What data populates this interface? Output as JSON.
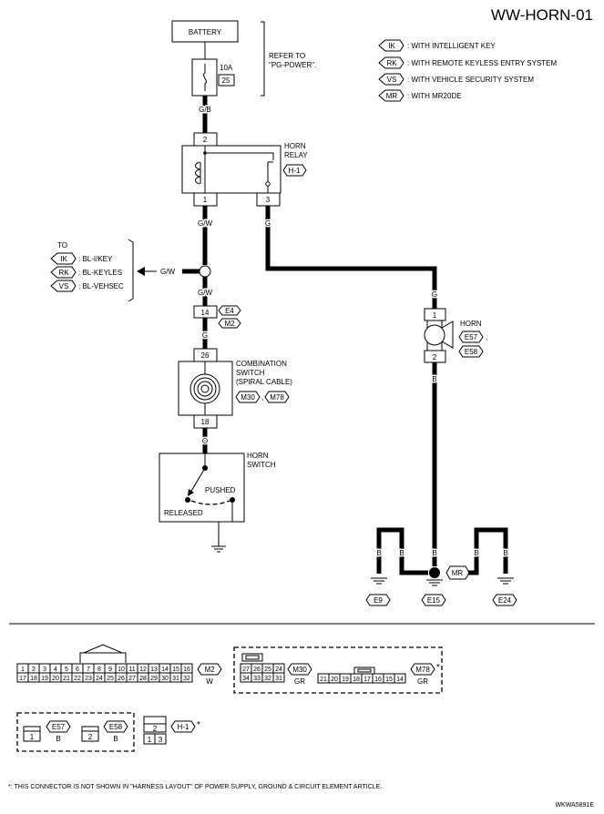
{
  "title": "WW-HORN-01",
  "footer_code": "WKWA5891E",
  "footnote": "*: THIS CONNECTOR IS NOT SHOWN IN \"HARNESS LAYOUT\" OF POWER SUPPLY, GROUND & CIRCUIT ELEMENT ARTICLE.",
  "legend": [
    {
      "tag": "IK",
      "text": ": WITH INTELLIGENT KEY"
    },
    {
      "tag": "RK",
      "text": ": WITH REMOTE KEYLESS ENTRY SYSTEM"
    },
    {
      "tag": "VS",
      "text": ": WITH VEHICLE SECURITY SYSTEM"
    },
    {
      "tag": "MR",
      "text": ": WITH MR20DE"
    }
  ],
  "battery": {
    "label": "BATTERY"
  },
  "refer": {
    "line1": "REFER TO",
    "line2": "\"PG-POWER\"."
  },
  "fuse": {
    "amp": "10A",
    "number": "25"
  },
  "wires": {
    "gb": "G/B",
    "gw_top": "G/W",
    "g_relay": "G",
    "gw_left": "G/W",
    "gw_below": "G/W",
    "g_mid": "G",
    "o": "O",
    "g_horn": "G",
    "b_horn": "B",
    "b1": "B",
    "b2": "B",
    "b3": "B",
    "b4": "B",
    "b5": "B"
  },
  "relay": {
    "name1": "HORN",
    "name2": "RELAY",
    "code": "H-1",
    "pin_top": "2",
    "pin_left": "1",
    "pin_right": "3"
  },
  "to_block": {
    "to": "TO",
    "items": [
      {
        "tag": "IK",
        "text": ": BL-I/KEY"
      },
      {
        "tag": "RK",
        "text": ": BL-KEYLES"
      },
      {
        "tag": "VS",
        "text": ": BL-VEHSEC"
      }
    ]
  },
  "joint": {
    "pin": "14",
    "code1": "E4",
    "code2": "M2"
  },
  "combination_switch": {
    "line1": "COMBINATION",
    "line2": "SWITCH",
    "line3": "(SPIRAL CABLE)",
    "code1": "M30",
    "sep": ",",
    "code2": "M78",
    "pin_top": "26",
    "pin_bottom": "18"
  },
  "horn_switch": {
    "line1": "HORN",
    "line2": "SWITCH",
    "pushed": "PUSHED",
    "released": "RELEASED"
  },
  "horn": {
    "name": "HORN",
    "code1": "E57",
    "sep": ",",
    "code2": "E58",
    "pin_top": "1",
    "pin_bottom": "2"
  },
  "grounds": {
    "g1": "E9",
    "g2": "E15",
    "g3": "E24",
    "mr": "MR"
  },
  "connectors": {
    "m2": {
      "top_row": [
        "1",
        "2",
        "3",
        "4",
        "5",
        "6",
        "7",
        "8",
        "9",
        "10",
        "11",
        "12",
        "13",
        "14",
        "15",
        "16"
      ],
      "bottom_row": [
        "17",
        "18",
        "19",
        "20",
        "21",
        "22",
        "23",
        "24",
        "25",
        "26",
        "27",
        "28",
        "29",
        "30",
        "31",
        "32"
      ],
      "code": "M2",
      "color": "W"
    },
    "m30": {
      "top_row": [
        "27",
        "26",
        "25",
        "24"
      ],
      "bottom_row": [
        "34",
        "33",
        "32",
        "31"
      ],
      "code": "M30",
      "color": "GR"
    },
    "m78": {
      "row": [
        "21",
        "20",
        "19",
        "18",
        "17",
        "16",
        "15",
        "14"
      ],
      "code": "M78",
      "color": "GR",
      "star": "*"
    },
    "e57": {
      "pin": "1",
      "code": "E57",
      "color": "B"
    },
    "e58": {
      "pin": "2",
      "code": "E58",
      "color": "B"
    },
    "h1": {
      "top": "2",
      "bottom": [
        "1",
        "3"
      ],
      "code": "H-1",
      "star": "*"
    }
  }
}
